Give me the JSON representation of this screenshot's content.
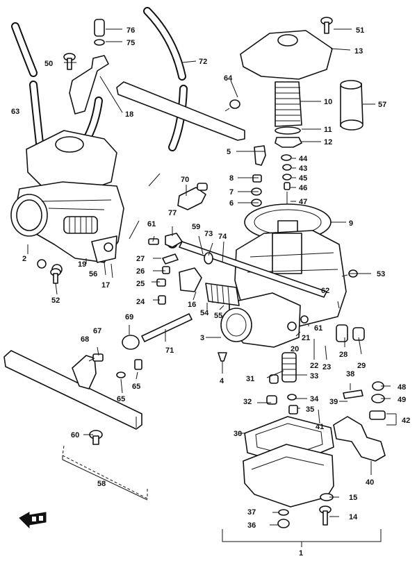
{
  "callouts": [
    "1",
    "2",
    "3",
    "4",
    "5",
    "6",
    "7",
    "8",
    "9",
    "10",
    "11",
    "12",
    "13",
    "14",
    "15",
    "16",
    "17",
    "18",
    "19",
    "20",
    "21",
    "22",
    "23",
    "24",
    "25",
    "26",
    "27",
    "28",
    "29",
    "30",
    "31",
    "32",
    "33",
    "34",
    "35",
    "36",
    "37",
    "38",
    "39",
    "40",
    "41",
    "42",
    "43",
    "44",
    "45",
    "46",
    "47",
    "48",
    "49",
    "50",
    "51",
    "52",
    "53",
    "54",
    "55",
    "56",
    "57",
    "58",
    "59",
    "60",
    "61",
    "62",
    "63",
    "64",
    "65",
    "65",
    "67",
    "68",
    "69",
    "70",
    "71",
    "72",
    "73",
    "74",
    "75",
    "76",
    "77"
  ],
  "colors": {
    "ink": "#111111",
    "paper": "#ffffff"
  },
  "icons": {
    "orientation_arrow": "fwd-arrow-icon"
  }
}
